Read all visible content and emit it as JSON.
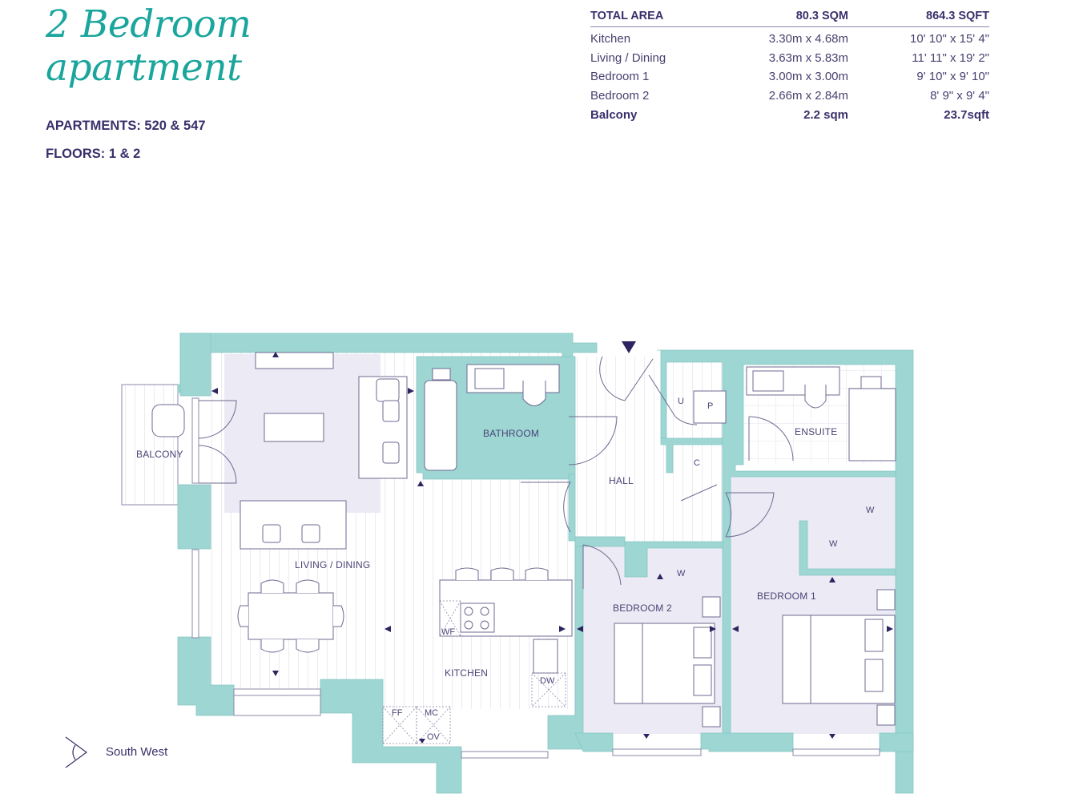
{
  "header": {
    "title_line1": "2 Bedroom",
    "title_line2": "apartment",
    "apartments": "APARTMENTS: 520 & 547",
    "floors": "FLOORS: 1 & 2"
  },
  "area_table": {
    "header": {
      "label": "TOTAL AREA",
      "metric": "80.3 SQM",
      "imperial": "864.3 SQFT"
    },
    "rows": [
      {
        "label": "Kitchen",
        "metric": "3.30m x 4.68m",
        "imperial": "10' 10\" x 15' 4\""
      },
      {
        "label": "Living / Dining",
        "metric": "3.63m x 5.83m",
        "imperial": "11' 11\" x 19' 2\""
      },
      {
        "label": "Bedroom 1",
        "metric": "3.00m x 3.00m",
        "imperial": "9' 10\" x 9' 10\""
      },
      {
        "label": "Bedroom 2",
        "metric": "2.66m x 2.84m",
        "imperial": "8' 9\" x 9' 4\""
      }
    ],
    "footer": {
      "label": "Balcony",
      "metric": "2.2 sqm",
      "imperial": "23.7sqft"
    }
  },
  "floorplan": {
    "colors": {
      "wall": "#9dd6d3",
      "room_tint": "#eceaf4",
      "line": "#6f6a90",
      "marker": "#2d2460",
      "title": "#1aa59d",
      "text": "#3a2f6b"
    },
    "rooms": {
      "balcony": "BALCONY",
      "living_dining": "LIVING / DINING",
      "bathroom": "BATHROOM",
      "hall": "HALL",
      "kitchen": "KITCHEN",
      "ensuite": "ENSUITE",
      "bedroom1": "BEDROOM 1",
      "bedroom2": "BEDROOM 2"
    },
    "fixtures": {
      "utility": "U",
      "plant": "P",
      "cupboard": "C",
      "wardrobe": "W",
      "washer_fridge": "WF",
      "dishwasher": "DW",
      "fridge_freezer": "FF",
      "microwave": "MC",
      "oven": "OV"
    }
  },
  "orientation": {
    "label": "South West",
    "icon": "view-direction-icon"
  }
}
